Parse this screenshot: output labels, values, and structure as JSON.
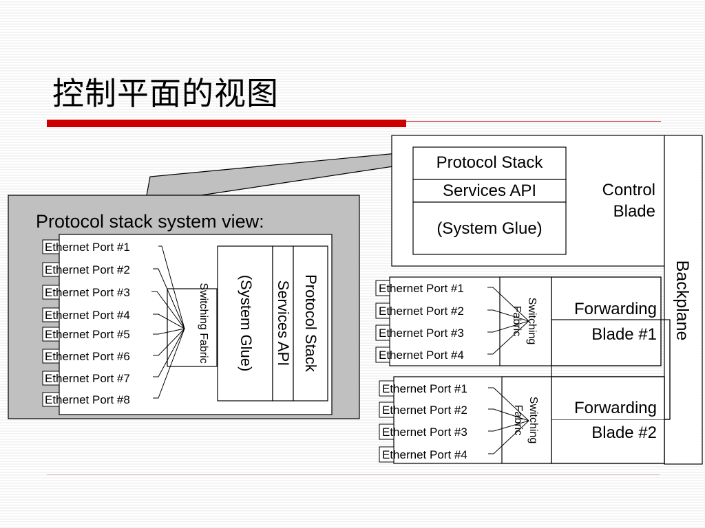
{
  "slide": {
    "title": "控制平面的视图"
  },
  "system_view": {
    "heading": "Protocol stack system view:",
    "ports": [
      "Ethernet Port #1",
      "Ethernet Port #2",
      "Ethernet Port #3",
      "Ethernet Port #4",
      "Ethernet Port #5",
      "Ethernet Port #6",
      "Ethernet Port #7",
      "Ethernet Port #8"
    ],
    "switching_fabric": "Switching Fabric",
    "stack_layers": [
      "Protocol Stack",
      "Services API",
      "(System Glue)"
    ]
  },
  "control_blade": {
    "label_line1": "Control",
    "label_line2": "Blade",
    "stack_layers": [
      "Protocol Stack",
      "Services API",
      "(System Glue)"
    ]
  },
  "backplane": {
    "label": "Backplane"
  },
  "forwarding_blades": [
    {
      "label_line1": "Forwarding",
      "label_line2": "Blade #1",
      "fabric_line1": "Switching",
      "fabric_line2": "Fabric",
      "ports": [
        "Ethernet Port #1",
        "Ethernet Port #2",
        "Ethernet Port #3",
        "Ethernet Port #4"
      ]
    },
    {
      "label_line1": "Forwarding",
      "label_line2": "Blade #2",
      "fabric_line1": "Switching",
      "fabric_line2": "Fabric",
      "ports": [
        "Ethernet Port #1",
        "Ethernet Port #2",
        "Ethernet Port #3",
        "Ethernet Port #4"
      ]
    }
  ],
  "colors": {
    "title_accent": "#cc0000",
    "panel_gray": "#c0c0c0"
  }
}
